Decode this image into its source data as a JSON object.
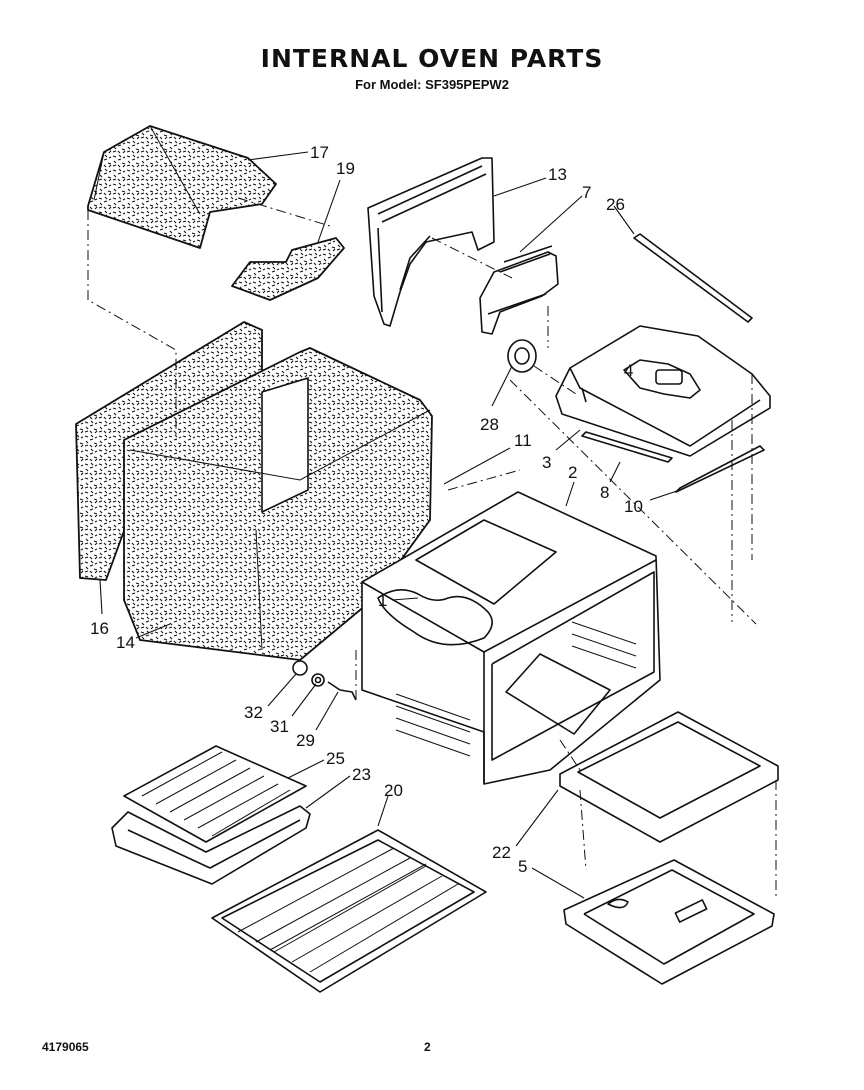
{
  "header": {
    "title": "INTERNAL OVEN PARTS",
    "subtitle": "For Model: SF395PEPW2"
  },
  "footer": {
    "doc_number": "4179065",
    "page_number": "2"
  },
  "callouts": [
    "17",
    "19",
    "13",
    "7",
    "26",
    "4",
    "28",
    "3",
    "8",
    "10",
    "2",
    "11",
    "1",
    "16",
    "14",
    "32",
    "31",
    "29",
    "25",
    "23",
    "20",
    "22",
    "5"
  ]
}
